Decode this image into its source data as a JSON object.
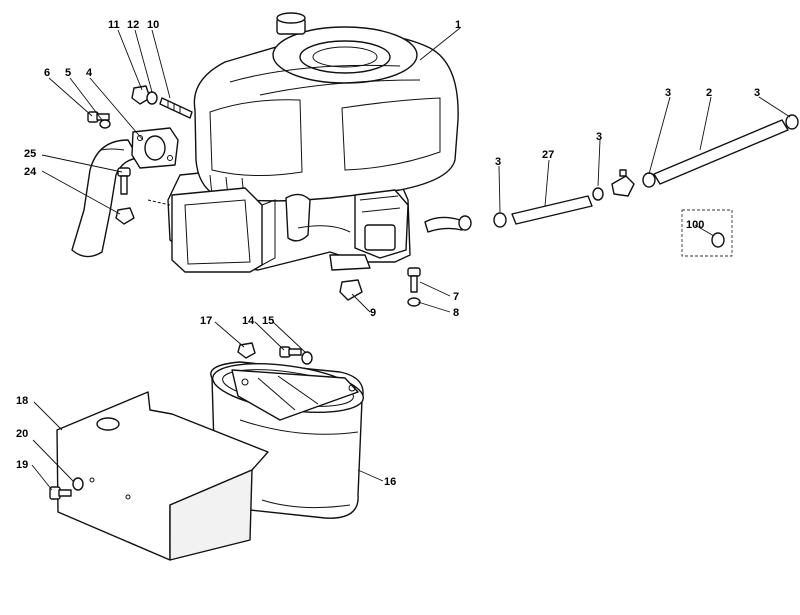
{
  "labels": {
    "l1": "1",
    "l2": "2",
    "l3a": "3",
    "l3b": "3",
    "l3c": "3",
    "l3d": "3",
    "l4": "4",
    "l5": "5",
    "l6": "6",
    "l7": "7",
    "l8": "8",
    "l9": "9",
    "l10": "10",
    "l11": "11",
    "l12": "12",
    "l14": "14",
    "l15": "15",
    "l16": "16",
    "l17": "17",
    "l18": "18",
    "l19": "19",
    "l20": "20",
    "l24": "24",
    "l25": "25",
    "l27": "27",
    "l100": "100"
  },
  "colors": {
    "line": "#111111",
    "fill": "#ffffff",
    "shade": "#f2f2f2"
  }
}
